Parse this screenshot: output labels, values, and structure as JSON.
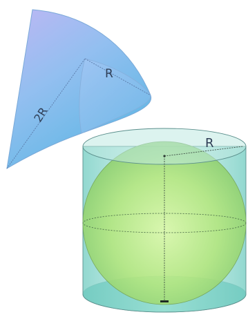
{
  "diagram": {
    "cone": {
      "radius_label": "R",
      "slant_label": "2R"
    },
    "cylinder": {
      "radius_label": "R"
    },
    "colors": {
      "cone_top": "#b9b6f2",
      "cone_bottom": "#6bb8e6",
      "cylinder_body": "#7fd6c9",
      "sphere": "#a9e07a",
      "outline": "#5b7f80",
      "label": "#2e3d55"
    }
  }
}
